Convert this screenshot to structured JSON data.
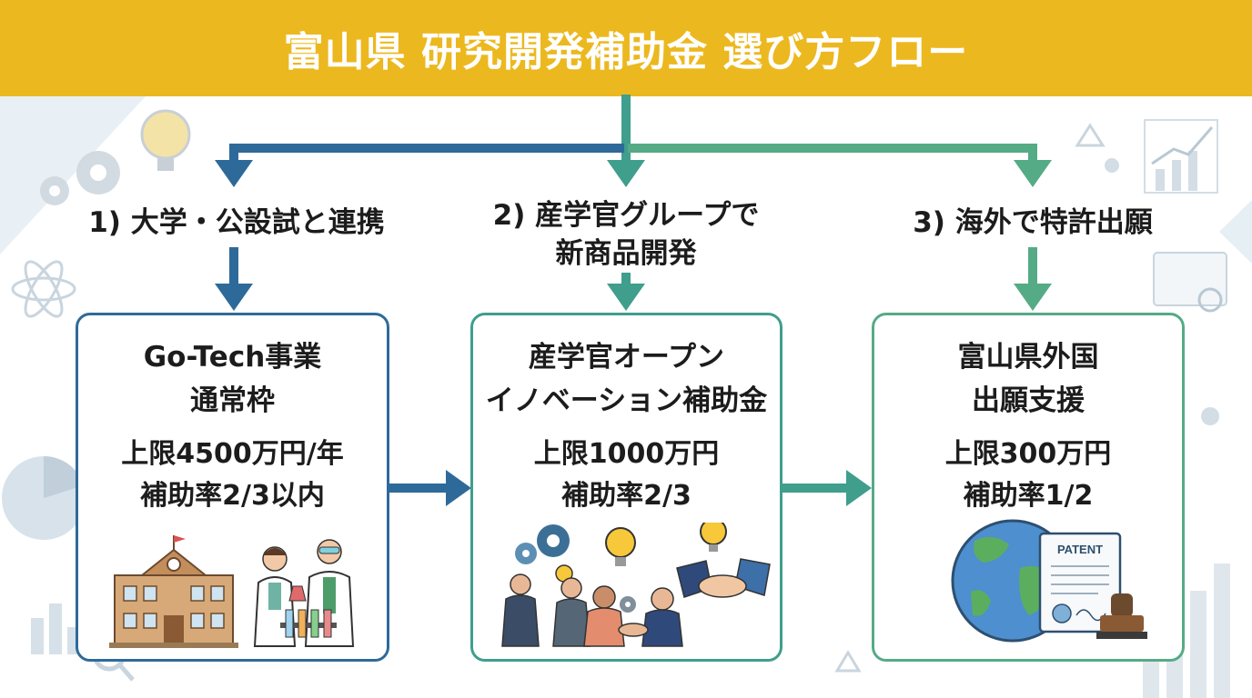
{
  "header": {
    "title": "富山県 研究開発補助金 選び方フロー"
  },
  "colors": {
    "banner": "#ecb81f",
    "blue": "#2e6a99",
    "teal": "#3f9e8c",
    "green": "#55ab86"
  },
  "steps": [
    {
      "label": "1) 大学・公設試と連携"
    },
    {
      "label_line1": "2) 産学官グループで",
      "label_line2": "新商品開発"
    },
    {
      "label": "3) 海外で特許出願"
    }
  ],
  "programs": [
    {
      "title_line1": "Go-Tech事業",
      "title_line2": "通常枠",
      "limit": "上限4500万円/年",
      "rate": "補助率2/3以内",
      "illustration": "university-and-researchers-icon"
    },
    {
      "title_line1": "産学官オープン",
      "title_line2": "イノベーション補助金",
      "limit": "上限1000万円",
      "rate": "補助率2/3",
      "illustration": "collaboration-handshake-icon"
    },
    {
      "title_line1": "富山県外国",
      "title_line2": "出願支援",
      "limit": "上限300万円",
      "rate": "補助率1/2",
      "illustration": "globe-patent-icon",
      "patent_label": "PATENT"
    }
  ]
}
